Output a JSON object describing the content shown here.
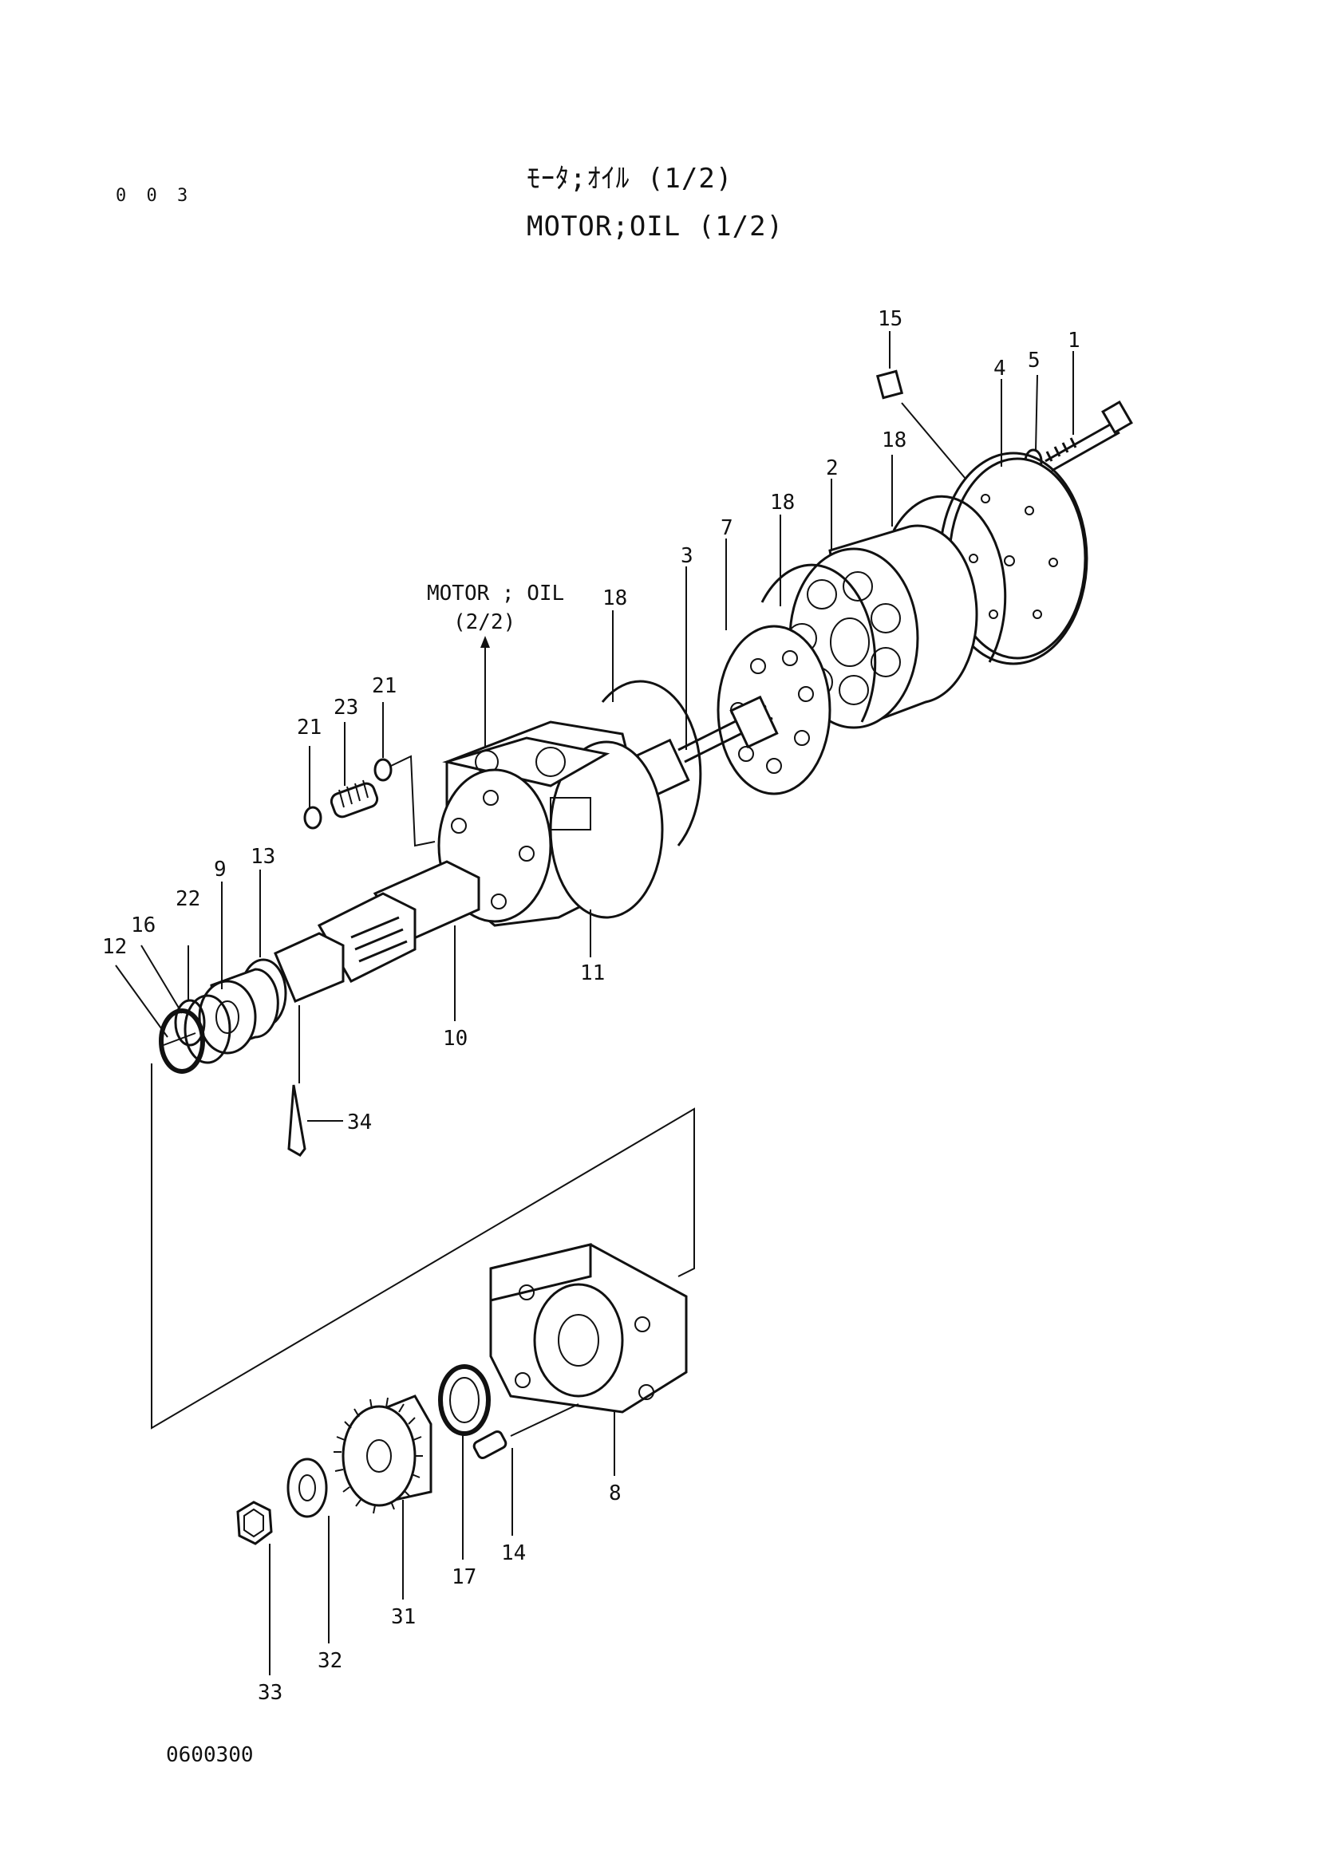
{
  "header": {
    "page_number": "0 0 3",
    "title_jp": "ﾓｰﾀ;ｵｲﾙ (1/2)",
    "title_en": "MOTOR;OIL (1/2)"
  },
  "reference": {
    "line1": "MOTOR ; OIL",
    "line2": "(2/2)"
  },
  "part_labels": {
    "p1": "1",
    "p2": "2",
    "p3": "3",
    "p4": "4",
    "p5": "5",
    "p7": "7",
    "p8": "8",
    "p9": "9",
    "p10": "10",
    "p11": "11",
    "p12": "12",
    "p13": "13",
    "p14": "14",
    "p15": "15",
    "p16": "16",
    "p17": "17",
    "p18a": "18",
    "p18b": "18",
    "p18c": "18",
    "p21a": "21",
    "p21b": "21",
    "p22": "22",
    "p23": "23",
    "p31": "31",
    "p32": "32",
    "p33": "33",
    "p34": "34"
  },
  "footer": {
    "drawing_code": "0600300"
  }
}
